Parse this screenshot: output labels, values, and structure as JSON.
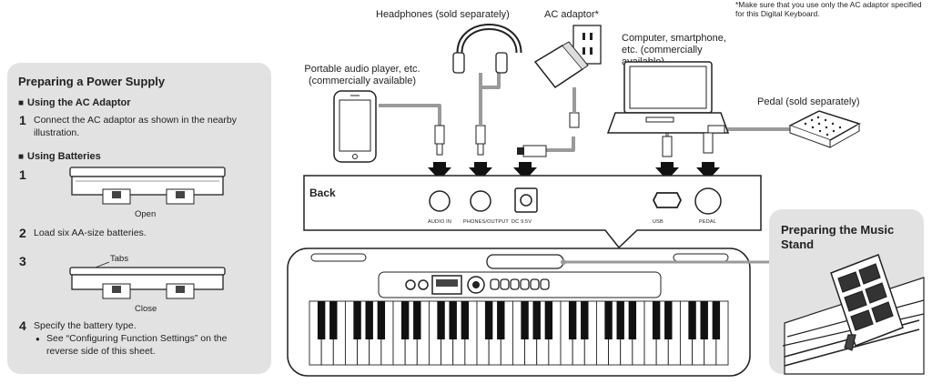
{
  "note": "*Make sure that you use only the AC adaptor specified for this Digital Keyboard.",
  "power_panel": {
    "title": "Preparing a Power Supply",
    "ac_heading": "Using the AC Adaptor",
    "ac_step_num": "1",
    "ac_step_text": "Connect the AC adaptor as shown in the nearby illustration.",
    "batt_heading": "Using Batteries",
    "step1_num": "1",
    "open_label": "Open",
    "step2_num": "2",
    "step2_text": "Load six AA-size batteries.",
    "step3_num": "3",
    "tabs_label": "Tabs",
    "close_label": "Close",
    "step4_num": "4",
    "step4_text": "Specify the battery type.",
    "step4_bullet": "See “Configuring Function Settings” on the reverse side of this sheet."
  },
  "labels": {
    "headphones": "Headphones (sold separately)",
    "ac_adaptor": "AC adaptor*",
    "computer": "Computer, smartphone, etc. (commercially available)",
    "audio_player": "Portable audio player, etc. (commercially available)",
    "pedal": "Pedal (sold separately)",
    "back": "Back"
  },
  "ports": [
    "AUDIO IN",
    "PHONES/OUTPUT",
    "DC 9.5V",
    "USB",
    "PEDAL"
  ],
  "stand_panel": {
    "title": "Preparing the Music Stand"
  },
  "colors": {
    "panel_bg": "#e2e2e2",
    "cable": "#9a9a9a",
    "line": "#222222"
  }
}
